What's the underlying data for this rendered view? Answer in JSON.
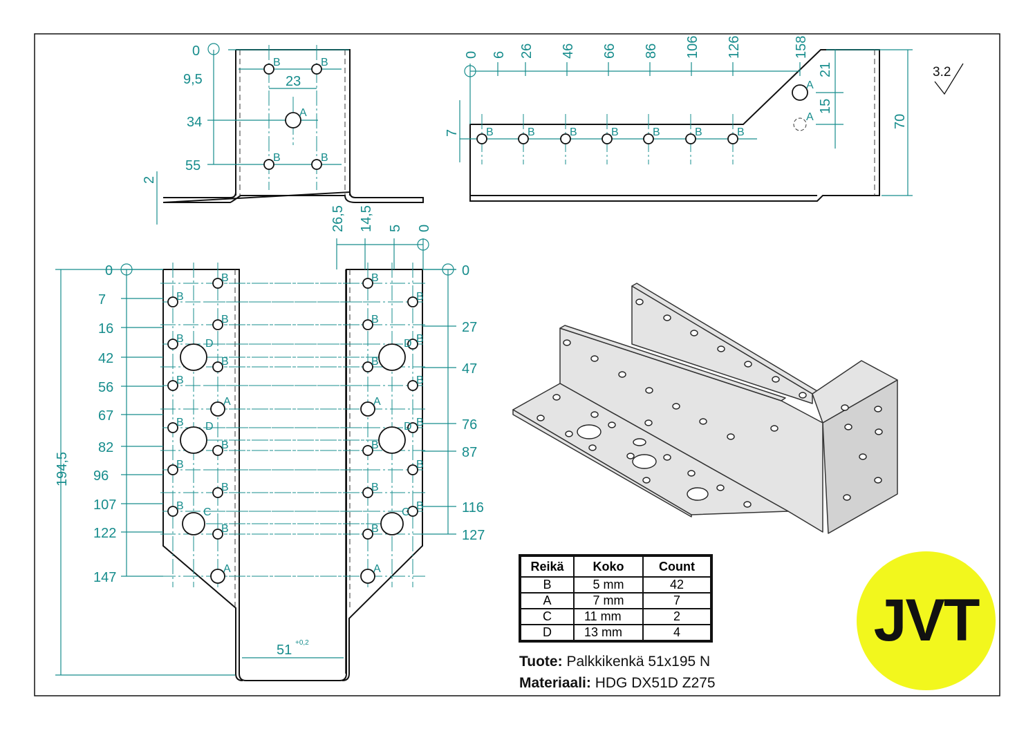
{
  "top_left_view": {
    "dims_vertical": [
      "0",
      "9,5",
      "34",
      "55"
    ],
    "dim_spacing": "23",
    "dim_thickness": "2"
  },
  "top_right_view": {
    "dims_horizontal": [
      "0",
      "6",
      "26",
      "46",
      "66",
      "86",
      "106",
      "126",
      "158"
    ],
    "dim_21": "21",
    "dim_15": "15",
    "dim_70": "70",
    "dim_7": "7"
  },
  "roughness": "3.2",
  "main_view": {
    "dims_left": [
      "0",
      "7",
      "16",
      "42",
      "56",
      "67",
      "82",
      "96",
      "107",
      "122",
      "147"
    ],
    "dims_right": [
      "0",
      "27",
      "47",
      "76",
      "87",
      "116",
      "127"
    ],
    "dims_top": [
      "26,5",
      "14,5",
      "5",
      "0"
    ],
    "overall_height": "194,5",
    "width": "51",
    "width_tolerance": "+0,2"
  },
  "hole_types": {
    "A": "A",
    "B": "B",
    "C": "C",
    "D": "D"
  },
  "hole_table": {
    "headers": [
      "Reikä",
      "Koko",
      "Count"
    ],
    "rows": [
      {
        "hole": "B",
        "size": "5 mm",
        "count": "42"
      },
      {
        "hole": "A",
        "size": "7 mm",
        "count": "7"
      },
      {
        "hole": "C",
        "size": "11 mm",
        "count": "2"
      },
      {
        "hole": "D",
        "size": "13 mm",
        "count": "4"
      }
    ]
  },
  "product": {
    "label": "Tuote:",
    "value": "Palkkikenkä 51x195 N"
  },
  "material": {
    "label": "Materiaali:",
    "value": "HDG DX51D Z275"
  },
  "logo": "JVT",
  "colors": {
    "dimension": "#168c8c",
    "logo_bg": "#f2f71d"
  }
}
